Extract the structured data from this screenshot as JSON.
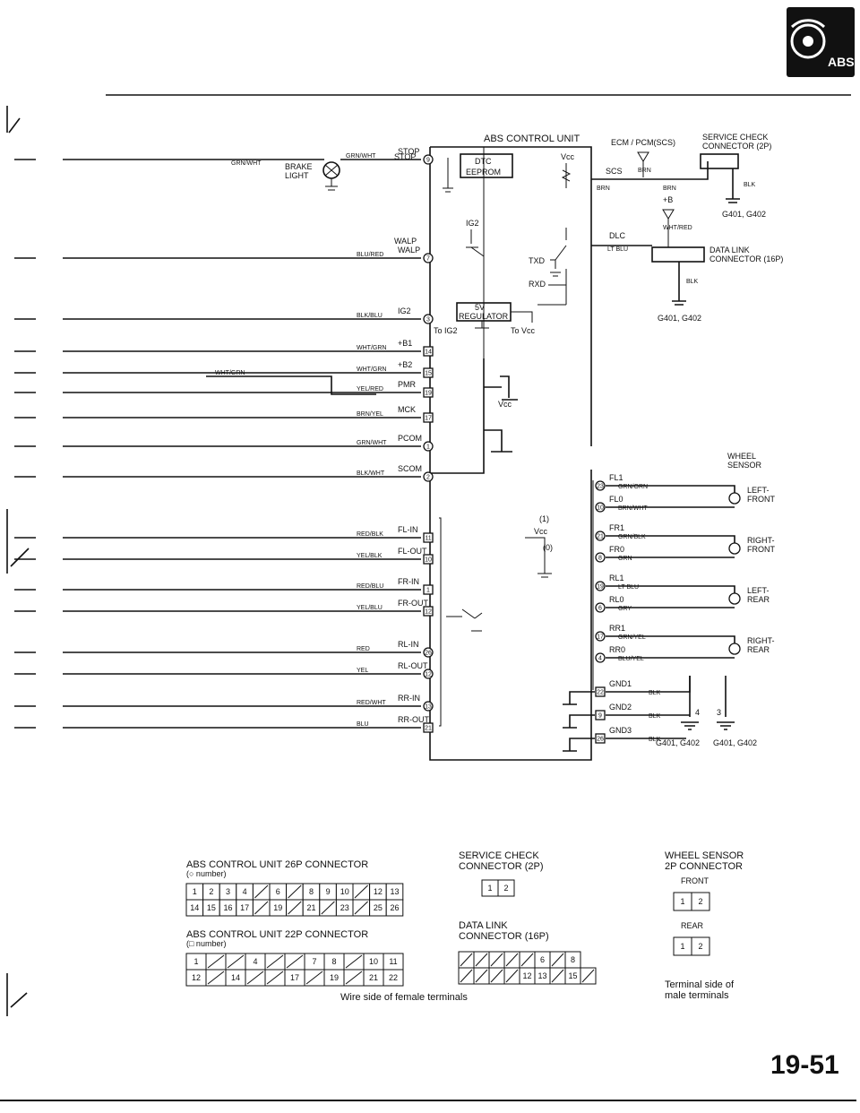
{
  "header": {
    "badge_text": "ABS",
    "page_number": "19-51"
  },
  "unit": {
    "title": "ABS CONTROL UNIT"
  },
  "ecm": {
    "label": "ECM / PCM(SCS)",
    "scs": "SCS",
    "wire": "BRN"
  },
  "service_check_top": {
    "title_line1": "SERVICE CHECK",
    "title_line2": "CONNECTOR (2P)",
    "wire": "BLK",
    "ground": "G401, G402"
  },
  "dlc": {
    "label": "DLC",
    "wire_in": "WHT/RED",
    "wire_out": "LT BLU",
    "title_line1": "DATA LINK",
    "title_line2": "CONNECTOR (16P)",
    "wire_gnd": "BLK",
    "ground": "G401, G402",
    "b_plus": "+B"
  },
  "internal": {
    "stop": "STOP",
    "dtc_line1": "DTC",
    "dtc_line2": "EEPROM",
    "vcc": "Vcc",
    "ig2": "IG2",
    "walp": "WALP",
    "txd": "TXD",
    "rxd": "RXD",
    "reg_line1": "5V",
    "reg_line2": "REGULATOR",
    "to_ig2": "To IG2",
    "to_vcc": "To Vcc",
    "b1": "+B1",
    "b2": "+B2",
    "pmr": "PMR",
    "mck": "MCK",
    "pcom": "PCOM",
    "scom": "SCOM",
    "c1": "(1)",
    "c0": "(0)"
  },
  "left_wires": [
    {
      "wire": "GRN/WHT",
      "pin": "9",
      "signal": "STOP",
      "note": "BRAKE LIGHT"
    },
    {
      "wire": "BLU/RED",
      "pin": "7",
      "signal": "WALP"
    },
    {
      "wire": "BLK/BLU",
      "pin": "3",
      "signal": "IG2"
    },
    {
      "wire": "WHT/GRN",
      "pin": "14",
      "signal": "+B1"
    },
    {
      "wire": "WHT/GRN",
      "pin": "15",
      "signal": "+B2"
    },
    {
      "wire": "YEL/RED",
      "pin": "19",
      "signal": "PMR"
    },
    {
      "wire": "BRN/YEL",
      "pin": "17",
      "signal": "MCK"
    },
    {
      "wire": "GRN/WHT",
      "pin": "1",
      "signal": "PCOM"
    },
    {
      "wire": "BLK/WHT",
      "pin": "2",
      "signal": "SCOM"
    },
    {
      "wire": "RED/BLK",
      "pin": "11",
      "signal": "FL-IN"
    },
    {
      "wire": "YEL/BLK",
      "pin": "10",
      "signal": "FL-OUT"
    },
    {
      "wire": "RED/BLU",
      "pin": "1",
      "signal": "FR-IN"
    },
    {
      "wire": "YEL/BLU",
      "pin": "12",
      "signal": "FR-OUT"
    },
    {
      "wire": "RED",
      "pin": "26",
      "signal": "RL-IN"
    },
    {
      "wire": "YEL",
      "pin": "12",
      "signal": "RL-OUT"
    },
    {
      "wire": "RED/WHT",
      "pin": "13",
      "signal": "RR-IN"
    },
    {
      "wire": "BLU",
      "pin": "21",
      "signal": "RR-OUT"
    }
  ],
  "trunk_wire": "WHT/GRN",
  "sensors": {
    "title_line1": "WHEEL",
    "title_line2": "SENSOR",
    "items": [
      {
        "hi_sig": "FL1",
        "hi_pin": "23",
        "hi_wire": "GRN/ORN",
        "lo_sig": "FL0",
        "lo_pin": "10",
        "lo_wire": "BRN/WHT",
        "name_line1": "LEFT-",
        "name_line2": "FRONT"
      },
      {
        "hi_sig": "FR1",
        "hi_pin": "21",
        "hi_wire": "GRN/BLK",
        "lo_sig": "FR0",
        "lo_pin": "8",
        "lo_wire": "GRN",
        "name_line1": "RIGHT-",
        "name_line2": "FRONT"
      },
      {
        "hi_sig": "RL1",
        "hi_pin": "19",
        "hi_wire": "LT BLU",
        "lo_sig": "RL0",
        "lo_pin": "6",
        "lo_wire": "GRY",
        "name_line1": "LEFT-",
        "name_line2": "REAR"
      },
      {
        "hi_sig": "RR1",
        "hi_pin": "17",
        "hi_wire": "GRN/YEL",
        "lo_sig": "RR0",
        "lo_pin": "4",
        "lo_wire": "BLU/YEL",
        "name_line1": "RIGHT-",
        "name_line2": "REAR"
      }
    ]
  },
  "grounds": {
    "items": [
      {
        "sig": "GND1",
        "pin": "22",
        "wire": "BLK"
      },
      {
        "sig": "GND2",
        "pin": "9",
        "wire": "BLK"
      },
      {
        "sig": "GND3",
        "pin": "26",
        "wire": "BLK"
      }
    ],
    "g_left": "G401, G402",
    "g_right": "G401, G402",
    "num4": "4",
    "num3": "3"
  },
  "legend": {
    "c26_line1": "ABS CONTROL UNIT 26P CONNECTOR",
    "c26_line2": "(○ number)",
    "c26_row1": [
      "1",
      "2",
      "3",
      "4",
      "",
      "6",
      "",
      "8",
      "9",
      "10",
      "",
      "12",
      "13"
    ],
    "c26_row2": [
      "14",
      "15",
      "16",
      "17",
      "",
      "19",
      "",
      "21",
      "",
      "23",
      "",
      "25",
      "26"
    ],
    "c22_line1": "ABS CONTROL UNIT 22P CONNECTOR",
    "c22_line2": "(□ number)",
    "c22_row1": [
      "1",
      "",
      "",
      "4",
      "",
      "",
      "7",
      "8",
      "",
      "10",
      "11"
    ],
    "c22_row2": [
      "12",
      "",
      "14",
      "",
      "",
      "17",
      "",
      "19",
      "",
      "21",
      "22"
    ],
    "svc_line1": "SERVICE CHECK",
    "svc_line2": "CONNECTOR (2P)",
    "svc_pins": [
      "1",
      "2"
    ],
    "dlc_line1": "DATA LINK",
    "dlc_line2": "CONNECTOR (16P)",
    "dlc_row1": [
      "",
      "",
      "",
      "",
      "",
      "6",
      "",
      "8"
    ],
    "dlc_row2": [
      "",
      "",
      "",
      "",
      "12",
      "13",
      "",
      "15",
      ""
    ],
    "ws_line1": "WHEEL SENSOR",
    "ws_line2": "2P CONNECTOR",
    "front": "FRONT",
    "rear": "REAR",
    "ws_pins": [
      "1",
      "2"
    ],
    "wire_side": "Wire side of female terminals",
    "term_line1": "Terminal side of",
    "term_line2": "male terminals"
  }
}
